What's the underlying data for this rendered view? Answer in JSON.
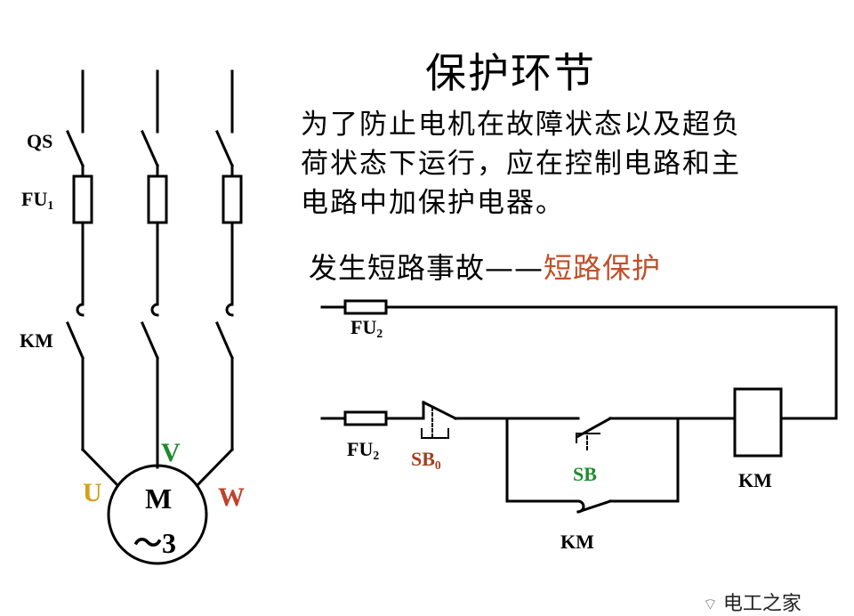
{
  "title": "保护环节",
  "paragraph": [
    "为了防止电机在故障状态以及超负",
    "荷状态下运行，应在控制电路和主",
    "电路中加保护电器。"
  ],
  "event": {
    "prefix": "发生短路事故——",
    "highlight": "短路保护"
  },
  "main_circuit": {
    "switch_label": "QS",
    "fuse_label": "FU",
    "fuse_sub": "1",
    "contactor_label": "KM",
    "motor_top": "M",
    "motor_bottom": "～3",
    "phase_u": "U",
    "phase_v": "V",
    "phase_w": "W"
  },
  "control_circuit": {
    "fuse_top_label": "FU",
    "fuse_top_sub": "2",
    "fuse_bottom_label": "FU",
    "fuse_bottom_sub": "2",
    "stop_button_label": "SB",
    "stop_button_sub": "0",
    "start_button_label": "SB",
    "self_lock_label": "KM",
    "coil_label": "KM"
  },
  "colors": {
    "u": "#d4a017",
    "v": "#1f8a2e",
    "w": "#c0402a",
    "highlight": "#c0502a",
    "sb0": "#a04020",
    "sb": "#1f8a2e"
  },
  "watermark": "电工之家"
}
